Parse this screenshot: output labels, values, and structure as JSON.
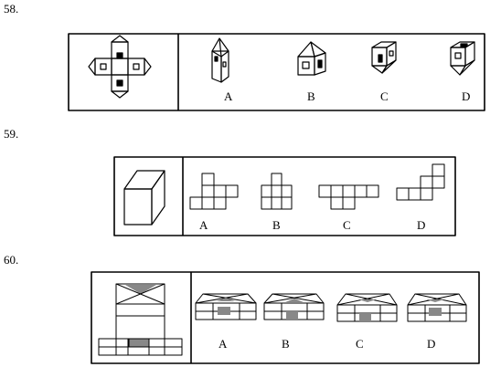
{
  "questions": [
    {
      "number": "58.",
      "options": [
        "A",
        "B",
        "C",
        "D"
      ]
    },
    {
      "number": "59.",
      "options": [
        "A",
        "B",
        "C",
        "D"
      ]
    },
    {
      "number": "60.",
      "options": [
        "A",
        "B",
        "C",
        "D"
      ]
    }
  ]
}
